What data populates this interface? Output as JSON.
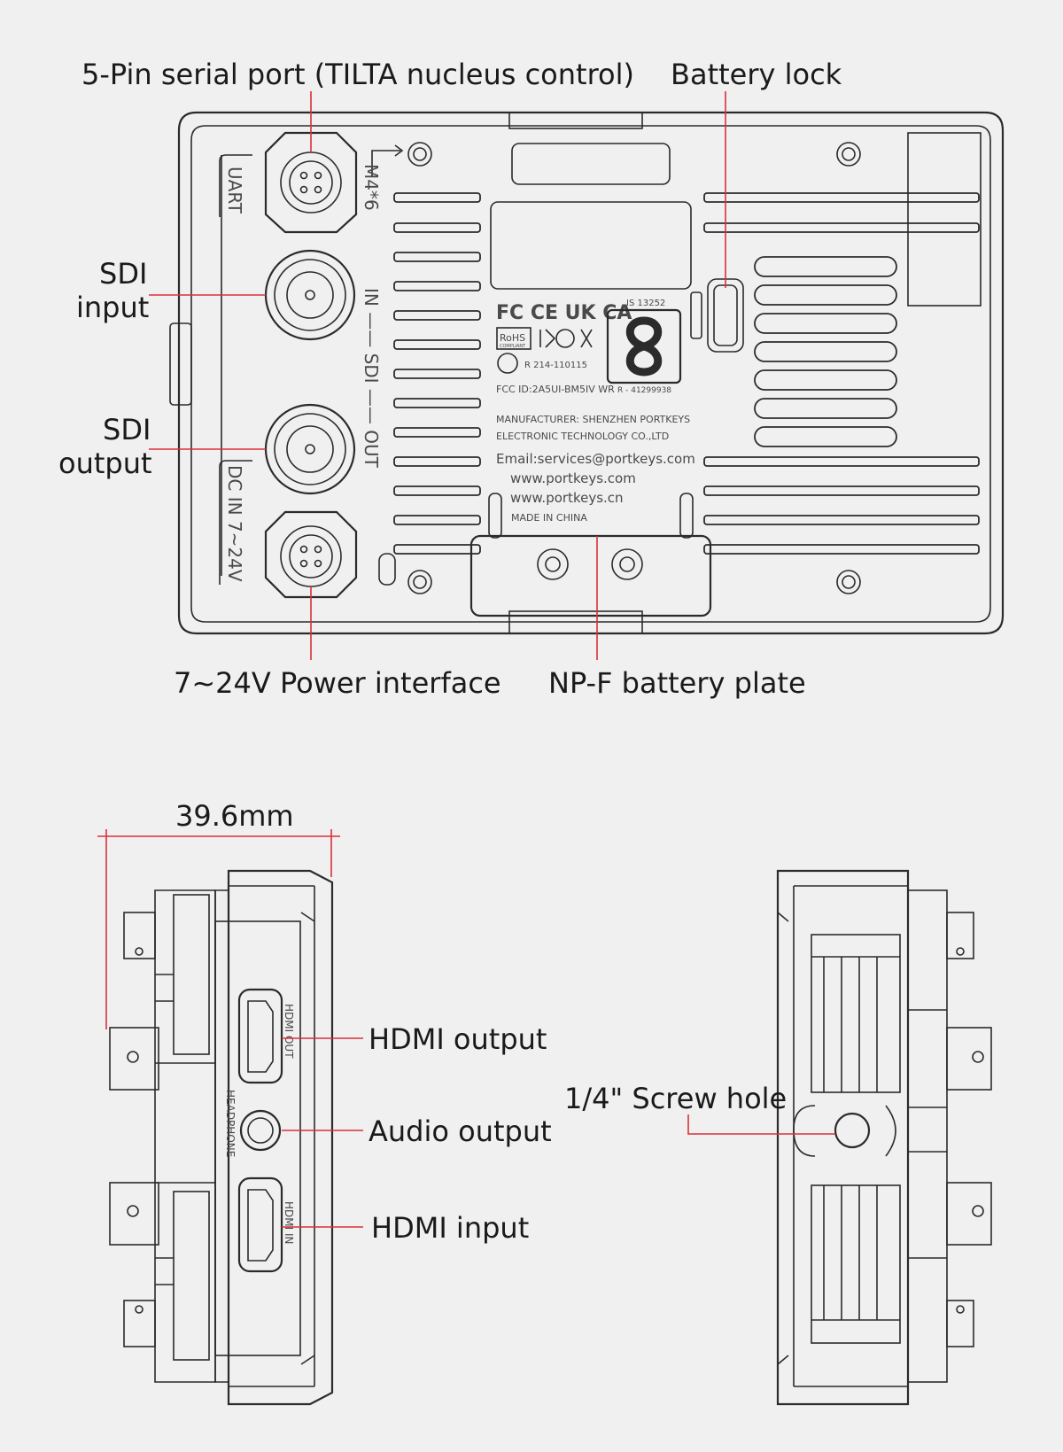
{
  "callouts": {
    "serial_port": "5-Pin serial port (TILTA nucleus control)",
    "battery_lock": "Battery lock",
    "sdi_input_line1": "SDI",
    "sdi_input_line2": "input",
    "sdi_output_line1": "SDI",
    "sdi_output_line2": "output",
    "power_interface": "7~24V Power interface",
    "npf_plate": "NP-F battery plate",
    "dimension": "39.6mm",
    "hdmi_output": "HDMI output",
    "audio_output": "Audio output",
    "hdmi_input": "HDMI input",
    "screw_hole": "1/4\" Screw hole"
  },
  "device_markings": {
    "uart": "UART",
    "m4": "M4*6",
    "sdi_in": "IN —— SDI —— OUT",
    "dc_in": "DC IN 7~24V",
    "is_number": "IS 13252",
    "cert_marks": "FC CE UK CA",
    "rohs": "RoHS",
    "rohs_sub": "COMPLIANT",
    "r_number": "R 214-110115",
    "fcc_id": "FCC ID:2A5UI-BM5IV WR",
    "r_code": "R - 41299938",
    "manufacturer_1": "MANUFACTURER: SHENZHEN PORTKEYS",
    "manufacturer_2": "ELECTRONIC TECHNOLOGY CO.,LTD",
    "email": "Email:services@portkeys.com",
    "web1": "www.portkeys.com",
    "web2": "www.portkeys.cn",
    "made_in": "MADE IN CHINA",
    "hdmi_out_port": "HDMI OUT",
    "headphone": "HEADPHONE",
    "hdmi_in_port": "HDMI IN"
  },
  "colors": {
    "background": "#f0f0f0",
    "line": "#2b2b2b",
    "callout_line": "#d9303a",
    "text": "#1a1a1a"
  }
}
